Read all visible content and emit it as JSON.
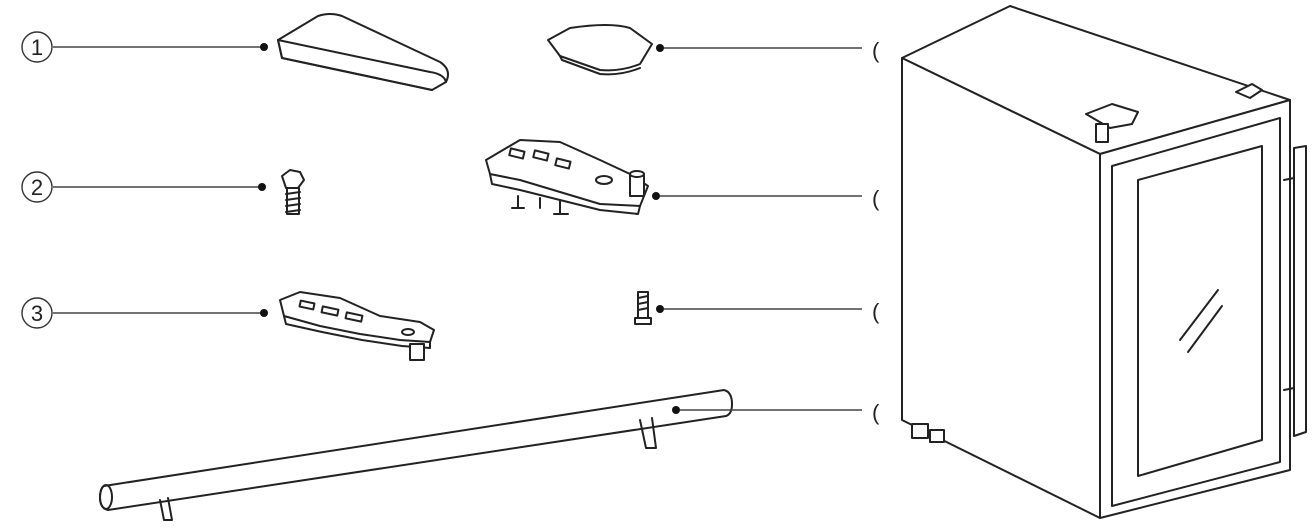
{
  "callouts": [
    {
      "number": "1",
      "part": "top-hinge-cover"
    },
    {
      "number": "2",
      "part": "hinge-screw"
    },
    {
      "number": "3",
      "part": "bottom-hinge-bracket"
    }
  ],
  "right_callouts": [
    "(",
    "(",
    "(",
    "("
  ],
  "colors": {
    "ink": "#222222",
    "background": "#ffffff"
  }
}
